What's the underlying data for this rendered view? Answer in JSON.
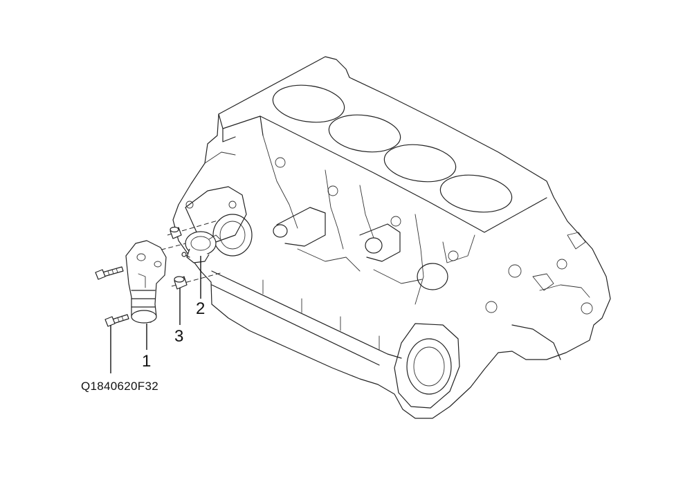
{
  "callouts": {
    "part_1": "1",
    "part_2": "2",
    "part_3": "3"
  },
  "figure_code": "Q1840620F32"
}
